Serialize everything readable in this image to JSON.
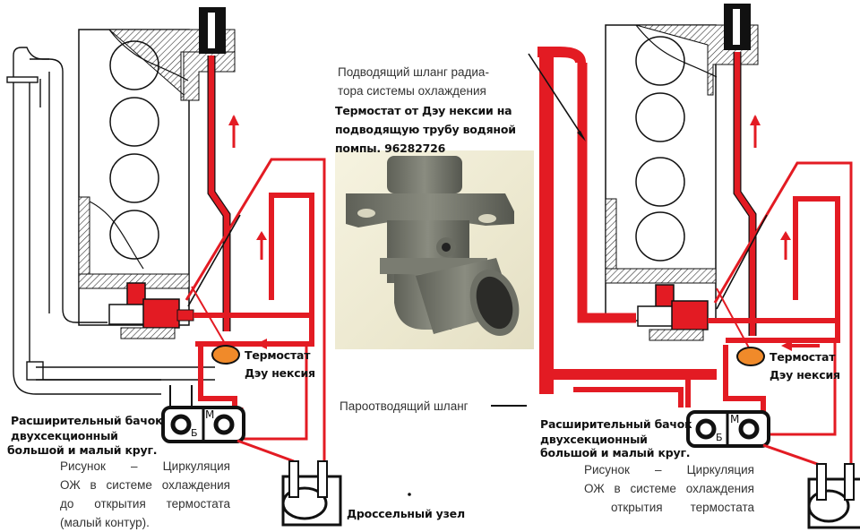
{
  "diagram": {
    "title": "Coolant circulation schematic with Daewoo Nexia thermostat",
    "colors": {
      "coolant": "#e31b23",
      "pipe_outline": "#111111",
      "thermostat": "#f08a2a",
      "photo_bg": "#efebd3",
      "part_gray": "#6f7166"
    },
    "left_panel": {
      "thermostat_label": [
        "Термостат",
        "Дэу нексия"
      ],
      "tank_label": [
        "Расширительный бачок",
        "двухсекционный",
        "большой и малый круг."
      ],
      "tank_sections": {
        "big": "Б",
        "small": "М"
      },
      "caption": [
        "Рисунок – Циркуляция",
        "ОЖ в системе охлаждения",
        "до открытия термостата",
        "(малый контур)."
      ]
    },
    "right_panel": {
      "thermostat_label": [
        "Термостат",
        "Дэу нексия"
      ],
      "tank_label": [
        "Расширительный бачок",
        "двухсекционный",
        "большой и малый круг."
      ],
      "tank_sections": {
        "big": "Б",
        "small": "М"
      },
      "caption": [
        "Рисунок – Циркуляция",
        "ОЖ в системе охлаждения",
        "открытия термостата"
      ]
    },
    "center": {
      "radiator_hose_label": [
        "Подводящий шланг радиа-",
        "тора системы охлаждения"
      ],
      "thermostat_part_label": [
        "Термостат от Дэу нексии  на",
        "подводящую трубу водяной",
        "помпы. 96282726"
      ],
      "steam_hose_label": "Пароотводящий шланг",
      "throttle_label": "Дроссельный узел"
    }
  }
}
